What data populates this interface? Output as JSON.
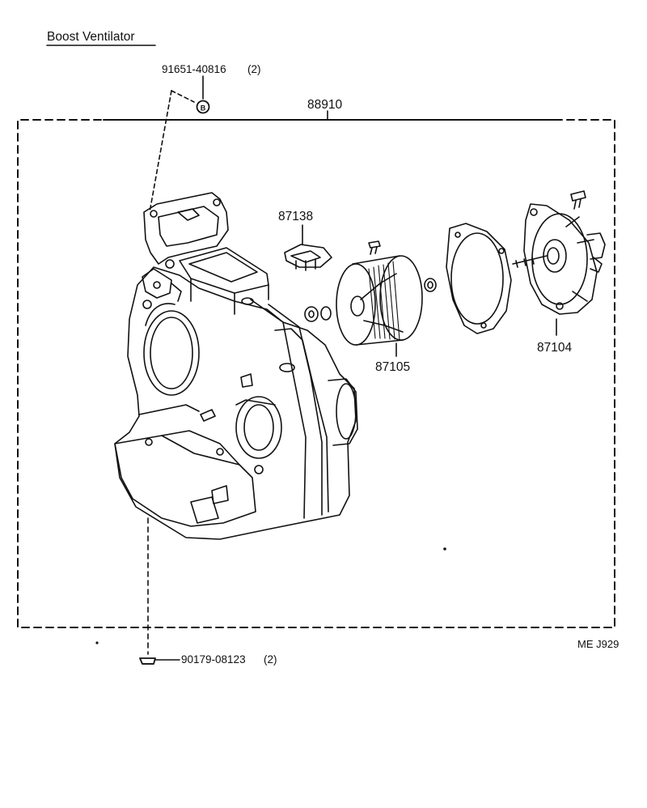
{
  "title": "Boost Ventilator",
  "parts": {
    "bolt_top": {
      "number": "91651-40816",
      "qty": "(2)",
      "marker": "B"
    },
    "assembly": {
      "number": "88910"
    },
    "resistor": {
      "number": "87138"
    },
    "fan": {
      "number": "87105"
    },
    "motor": {
      "number": "87104"
    },
    "grommet_bottom": {
      "number": "90179-08123",
      "qty": "(2)"
    }
  },
  "diagram_code": "ME J929",
  "colors": {
    "ink": "#111111",
    "paper": "#ffffff"
  }
}
